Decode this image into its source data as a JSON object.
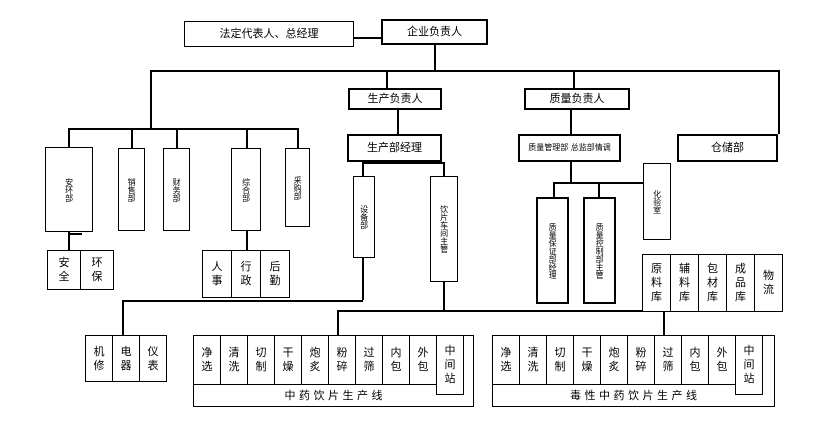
{
  "nodes": {
    "legal_rep": "法定代表人、总经理",
    "head": "企业负责人",
    "production_head": "生产负责人",
    "quality_head": "质量负责人",
    "production_manager": "生产部经理",
    "quality_dept": "质量管理部 总监部情调",
    "warehouse": "仓储部",
    "safety_env_dept": "安环部",
    "sales_dept": "销售部",
    "finance_dept": "财务部",
    "general_dept": "综合部",
    "purchase_dept": "采购部",
    "equipment_dept": "设备部",
    "workshop_director": "饮片车间主管",
    "qa_manager": "质量保证部经理",
    "qc_manager": "质量控制部主管",
    "qc_room": "化验室"
  },
  "safety_env_units": [
    "安全",
    "环保"
  ],
  "general_units": [
    "人事",
    "行政",
    "后勤"
  ],
  "warehouse_units": [
    "原料库",
    "辅料库",
    "包材库",
    "成品库",
    "物流"
  ],
  "equipment_units": [
    "机修",
    "电器",
    "仪表"
  ],
  "line1": {
    "steps": [
      "净选",
      "清洗",
      "切制",
      "干燥",
      "炮炙",
      "粉碎",
      "过筛",
      "内包",
      "外包",
      "中间站"
    ],
    "label": "中 药 饮 片 生 产 线"
  },
  "line2": {
    "steps": [
      "净选",
      "清洗",
      "切制",
      "干燥",
      "炮炙",
      "粉碎",
      "过筛",
      "内包",
      "外包",
      "中间站"
    ],
    "label": "毒 性 中 药 饮 片 生 产 线"
  }
}
